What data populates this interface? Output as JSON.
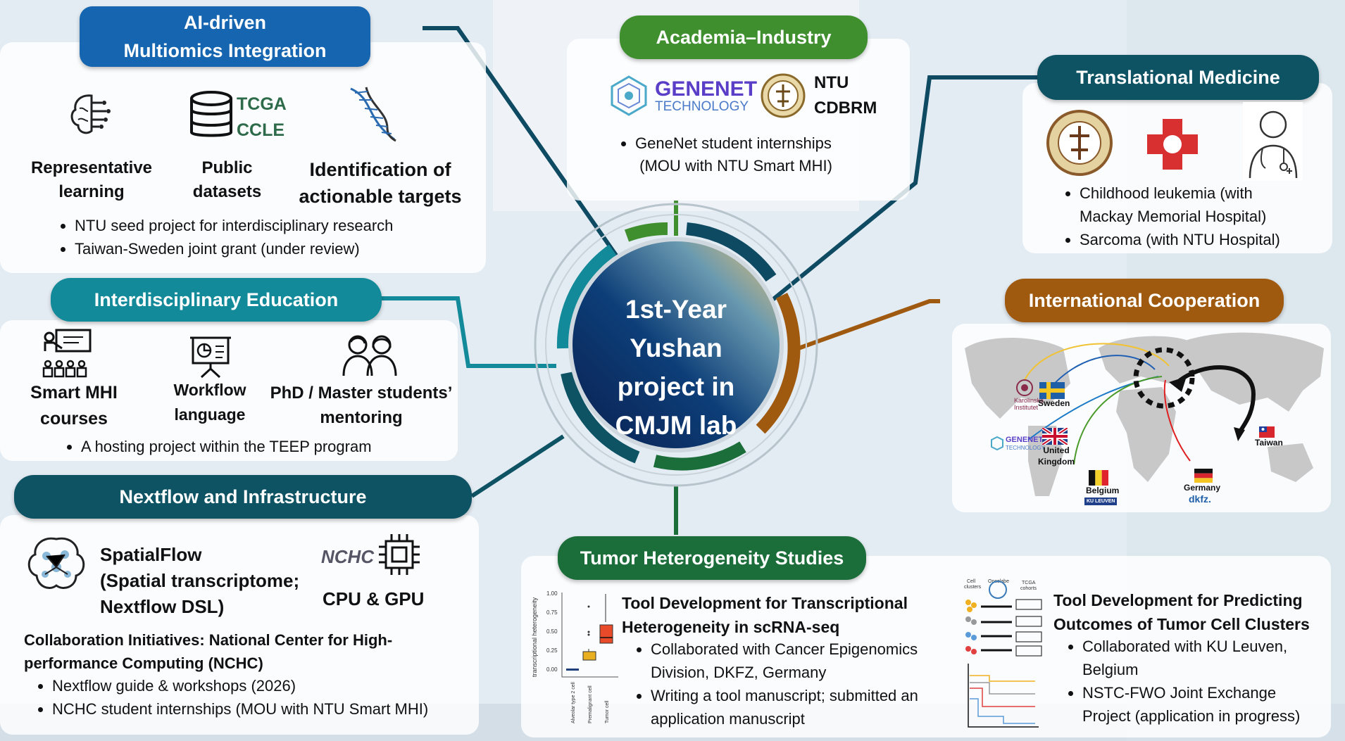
{
  "center": {
    "line1": "1st-Year",
    "line2": "Yushan",
    "line3": "project in",
    "line4": "CMJM lab"
  },
  "ai": {
    "title_line1": "AI-driven",
    "title_line2": "Multiomics Integration",
    "icon1_l1": "Representative",
    "icon1_l2": "learning",
    "datasets_l1": "TCGA",
    "datasets_l2": "CCLE",
    "icon2_l1": "Public",
    "icon2_l2": "datasets",
    "icon3_l1": "Identification of",
    "icon3_l2": "actionable targets",
    "bullets": [
      "NTU seed project for interdisciplinary research",
      "Taiwan-Sweden joint grant (under review)"
    ]
  },
  "academia": {
    "title": "Academia–Industry",
    "genenet_top": "GENENET",
    "genenet_bottom": "TECHNOLOGY",
    "ntu_l1": "NTU",
    "ntu_l2": "CDBRM",
    "bullet_l1": "GeneNet student internships",
    "bullet_l2": "(MOU with NTU Smart MHI)"
  },
  "translational": {
    "title": "Translational Medicine",
    "b1_l1": "Childhood leukemia (with",
    "b1_l2": "Mackay Memorial Hospital)",
    "b2": "Sarcoma (with NTU Hospital)"
  },
  "education": {
    "title": "Interdisciplinary Education",
    "i1_l1": "Smart MHI",
    "i1_l2": "courses",
    "i2_l1": "Workflow",
    "i2_l2": "language",
    "i3_l1": "PhD / Master students’",
    "i3_l2": "mentoring",
    "bullet": "A hosting project within the TEEP program"
  },
  "international": {
    "title": "International Cooperation",
    "sweden": "Sweden",
    "uk_l1": "United",
    "uk_l2": "Kingdom",
    "belgium": "Belgium",
    "germany": "Germany",
    "taiwan": "Taiwan",
    "karolinska_l1": "Karolinska",
    "karolinska_l2": "Institutet",
    "genenet": "GENENET",
    "genenet_sub": "TECHNOLOGY",
    "ku": "KU LEUVEN",
    "dkfz": "dkfz."
  },
  "nextflow": {
    "title": "Nextflow and Infrastructure",
    "sf_l1": "SpatialFlow",
    "sf_l2": "(Spatial transcriptome;",
    "sf_l3": "Nextflow DSL)",
    "nchc_logo": "NCHC",
    "cpu": "CPU & GPU",
    "collab_l1": "Collaboration Initiatives: National Center for High-",
    "collab_l2": "performance Computing (NCHC)",
    "bullets": [
      "Nextflow guide & workshops (2026)",
      "NCHC student internships (MOU with NTU Smart MHI)"
    ]
  },
  "tumor": {
    "title": "Tumor Heterogeneity Studies",
    "tool1_l1": "Tool Development for Transcriptional",
    "tool1_l2": "Heterogeneity in scRNA-seq",
    "t1b1_l1": "Collaborated with Cancer Epigenomics",
    "t1b1_l2": "Division, DKFZ, Germany",
    "t1b2_l1": "Writing a tool manuscript; submitted an",
    "t1b2_l2": "application manuscript",
    "tool2_l1": "Tool Development for Predicting",
    "tool2_l2": "Outcomes of Tumor Cell Clusters",
    "t2b1_l1": "Collaborated with KU Leuven,",
    "t2b1_l2": "Belgium",
    "t2b2_l1": "NSTC-FWO Joint Exchange",
    "t2b2_l2": "Project (application in progress)",
    "box_ylabel": "transcriptional heterogeneity",
    "box_yticks": [
      "1.00",
      "0.75",
      "0.50",
      "0.25",
      "0.00"
    ],
    "box_xlabels": [
      "Alveolar type 2 cell",
      "Premalignant cell",
      "Tumor cell"
    ],
    "oc_l1": "Cell",
    "oc_l2": "clusters",
    "oc_l3": "Oncolabe",
    "oc_l4": "TCGA",
    "oc_l5": "cohorts"
  },
  "colors": {
    "blue": "#1565b0",
    "teal": "#138a99",
    "green": "#3f8f2f",
    "darkteal": "#0e5364",
    "orange": "#a05a10",
    "darkgreen": "#1b6e3a"
  }
}
